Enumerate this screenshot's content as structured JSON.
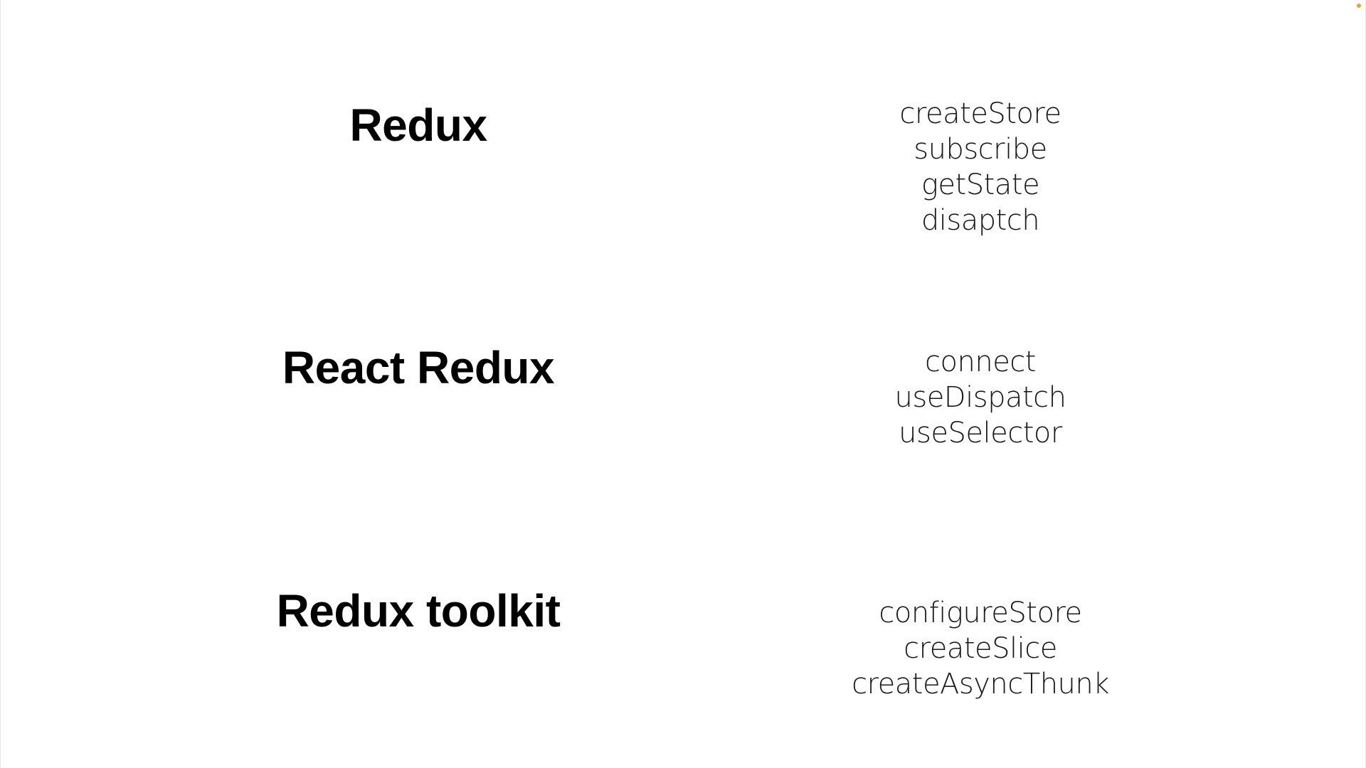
{
  "accent_dot_color": "#f0a030",
  "sections": [
    {
      "title": "Redux",
      "functions": [
        "createStore",
        "subscribe",
        "getState",
        "disaptch"
      ]
    },
    {
      "title": "React Redux",
      "functions": [
        "connect",
        "useDispatch",
        "useSelector"
      ]
    },
    {
      "title": "Redux toolkit",
      "functions": [
        "configureStore",
        "createSlice",
        "createAsyncThunk"
      ]
    }
  ]
}
